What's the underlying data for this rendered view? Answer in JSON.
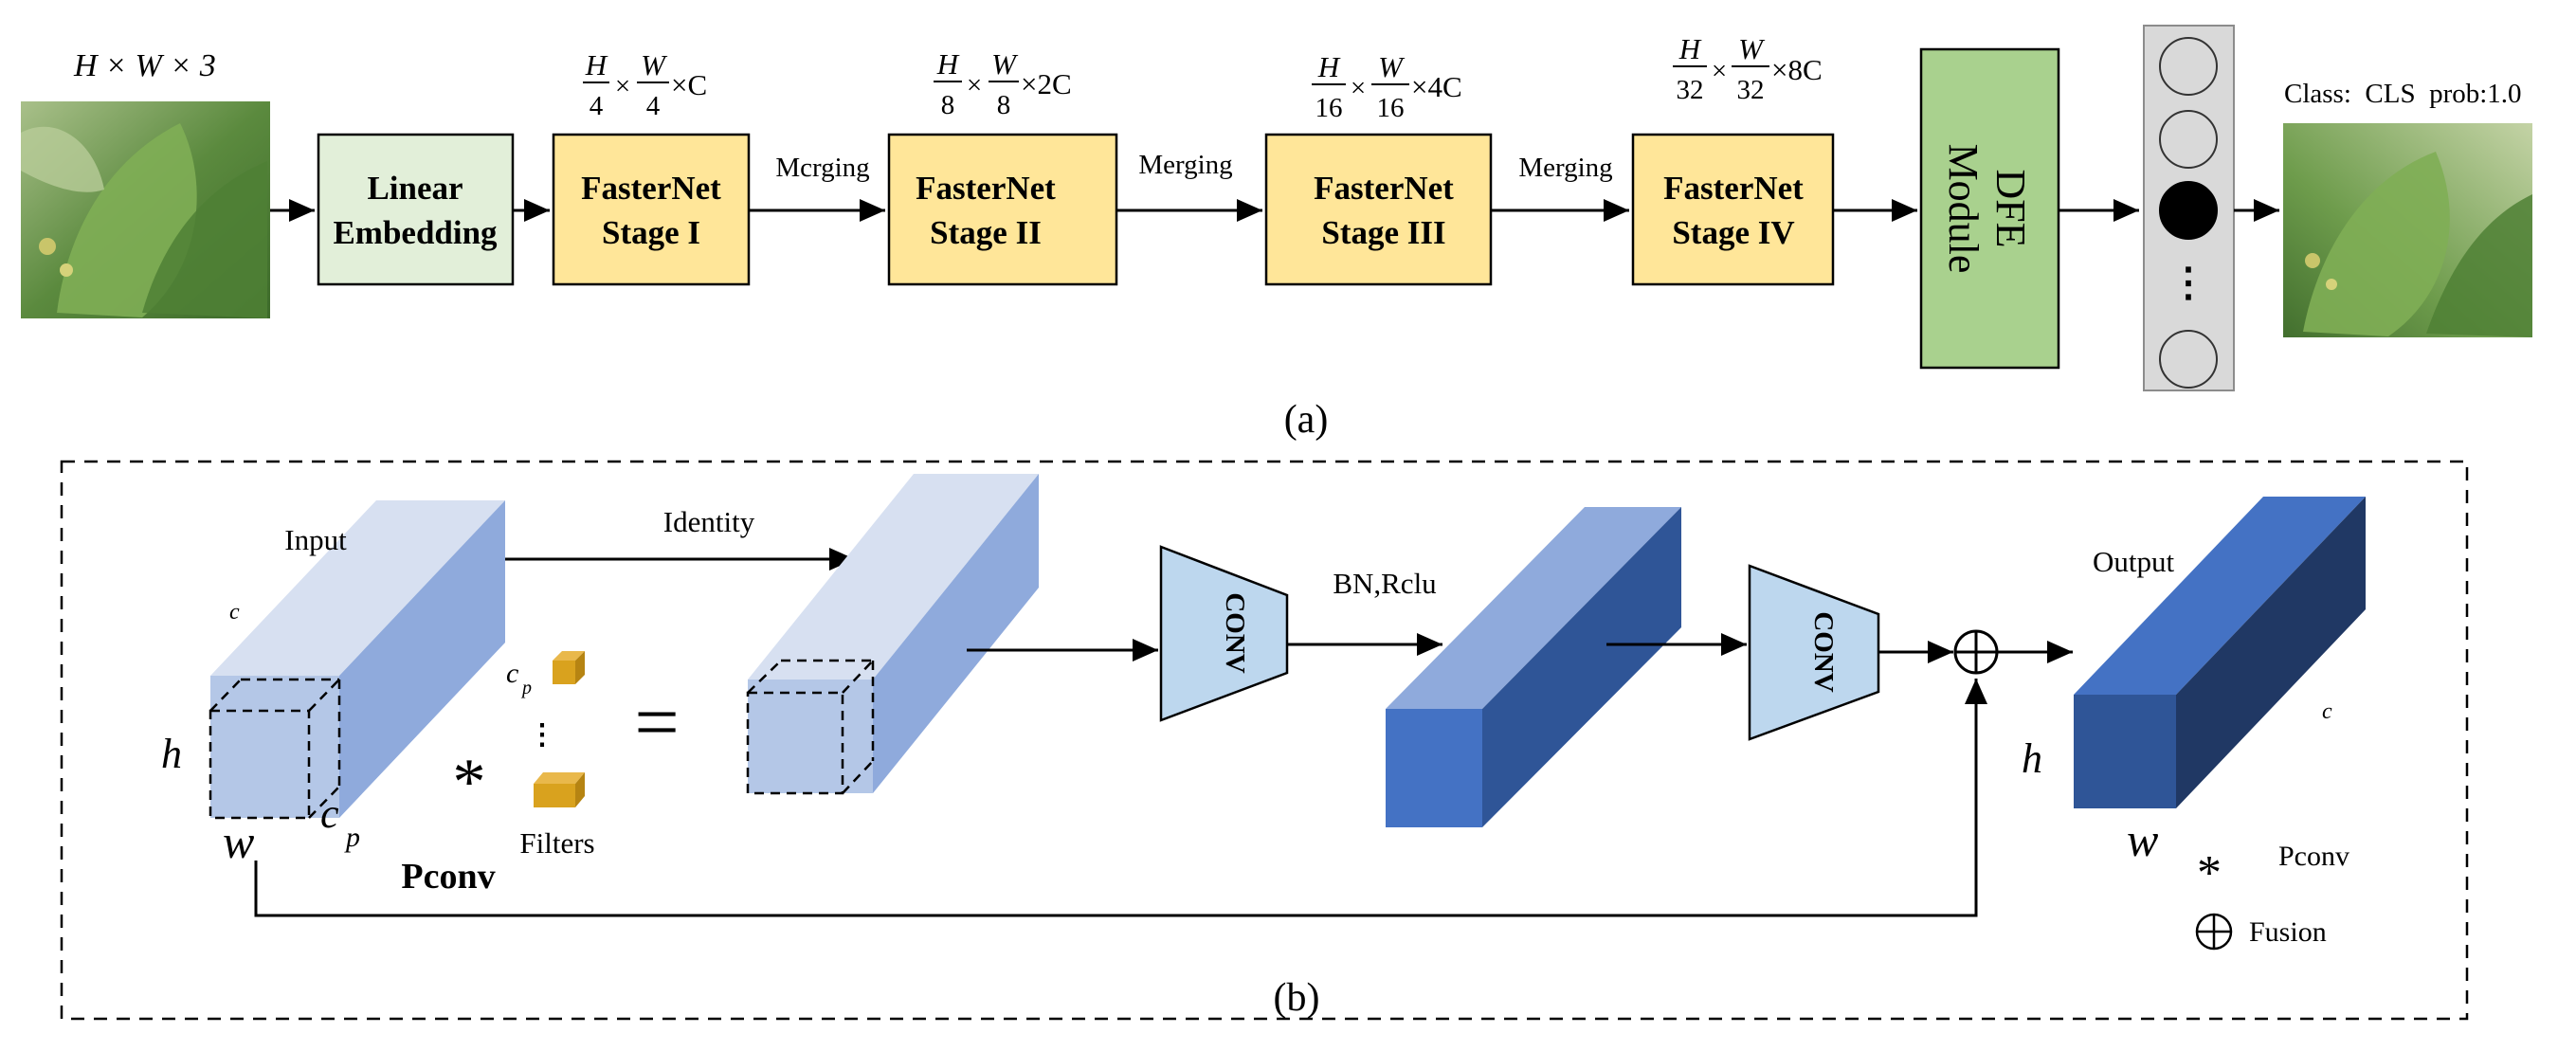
{
  "part_a": {
    "input_dim": "H × W × 3",
    "linear_embedding": [
      "Linear",
      "Embedding"
    ],
    "stages": [
      {
        "line1": "FasterNet",
        "line2": "Stage I",
        "dim_h": "H",
        "dim_hden": "4",
        "dim_w": "W",
        "dim_wden": "4",
        "dim_c": "×C"
      },
      {
        "line1": "FasterNet",
        "line2": "Stage II",
        "dim_h": "H",
        "dim_hden": "8",
        "dim_w": "W",
        "dim_wden": "8",
        "dim_c": "×2C"
      },
      {
        "line1": "FasterNet",
        "line2": "Stage III",
        "dim_h": "H",
        "dim_hden": "16",
        "dim_w": "W",
        "dim_wden": "16",
        "dim_c": "×4C"
      },
      {
        "line1": "FasterNet",
        "line2": "Stage IV",
        "dim_h": "H",
        "dim_hden": "32",
        "dim_w": "W",
        "dim_wden": "32",
        "dim_c": "×8C"
      }
    ],
    "merging": [
      "Mcrging",
      "Merging",
      "Merging"
    ],
    "dfe": [
      "DFE",
      "Module"
    ],
    "vector_dots": "⋮",
    "class_label": "Class:  CLS  prob:1.0",
    "caption": "(a)",
    "colors": {
      "embedding": "#e2efd9",
      "stage": "#ffe699",
      "dfe": "#a9d18e",
      "vector_bg": "#d9d9d9"
    }
  },
  "part_b": {
    "input_label": "Input",
    "identity_label": "Identity",
    "bn_label": "BN,Rclu",
    "conv_label": "CONV",
    "output_label": "Output",
    "c_small": "c",
    "h": "h",
    "w": "w",
    "cp": "c",
    "cp_sub": "p",
    "star": "*",
    "equals": "=",
    "filters_label": "Filters",
    "pconv_label": "Pconv",
    "legend": [
      {
        "symbol": "*",
        "label": "Pconv"
      },
      {
        "symbol": "⊕",
        "label": "Fusion"
      }
    ],
    "fusion_symbol": "⊕",
    "caption": "(b)"
  }
}
